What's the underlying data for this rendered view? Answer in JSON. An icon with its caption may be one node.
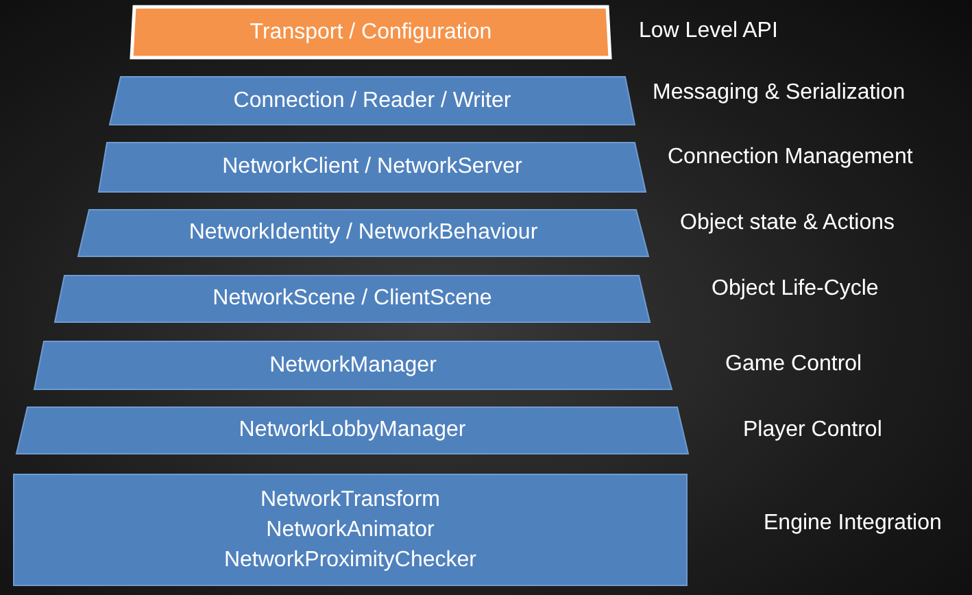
{
  "diagram": {
    "nodes": [
      {
        "text": [
          "Transport / Configuration"
        ],
        "beside": [
          "Low Level API"
        ]
      },
      {
        "text": [
          "Connection / Reader / Writer"
        ],
        "beside": [
          "Messaging & Serialization"
        ]
      },
      {
        "text": [
          "NetworkClient / NetworkServer"
        ],
        "beside": [
          "Connection Management"
        ]
      },
      {
        "text": [
          "NetworkIdentity / NetworkBehaviour"
        ],
        "beside": [
          "Object state & Actions"
        ]
      },
      {
        "text": [
          "NetworkScene / ClientScene"
        ],
        "beside": [
          "Object Life-Cycle"
        ]
      },
      {
        "text": [
          "NetworkManager"
        ],
        "beside": [
          "Game Control"
        ]
      },
      {
        "text": [
          "NetworkLobbyManager"
        ],
        "beside": [
          "Player Control"
        ]
      },
      {
        "text": [
          "NetworkTransform",
          "NetworkAnimator",
          "NetworkProximityChecker"
        ],
        "beside": [
          "Engine Integration"
        ]
      }
    ]
  }
}
